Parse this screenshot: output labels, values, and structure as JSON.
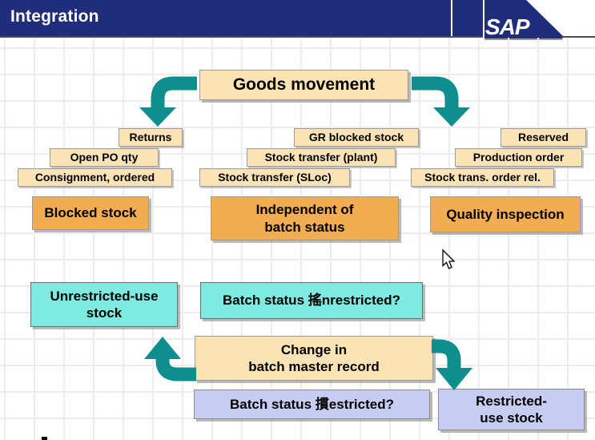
{
  "header": {
    "title": "Integration",
    "logo_text": "SAP"
  },
  "flow": {
    "goods_movement": "Goods movement",
    "left_sources": [
      "Returns",
      "Open PO qty",
      "Consignment, ordered"
    ],
    "center_sources": [
      "GR blocked stock",
      "Stock transfer (plant)",
      "Stock transfer (SLoc)"
    ],
    "right_sources": [
      "Reserved",
      "Production order",
      "Stock trans. order rel."
    ],
    "blocked_stock": "Blocked stock",
    "independent_of_batch_status": "Independent of\nbatch status",
    "quality_inspection": "Quality inspection",
    "unrestricted_use_stock": "Unrestricted-use\nstock",
    "batch_status_unrestricted_question": "Batch status 搖nrestricted?",
    "change_in_batch_master_record": "Change in\nbatch master record",
    "batch_status_restricted_question": "Batch status 摜estricted?",
    "restricted_use_stock": "Restricted-\nuse stock"
  },
  "colors": {
    "header_navy": "#1F2D7B",
    "arrow_teal": "#0E8F8E",
    "box_peach": "#FCE3B6",
    "box_orange": "#F2AC52",
    "box_cyan": "#7FEBE0",
    "box_lavender": "#C7CCF2"
  }
}
